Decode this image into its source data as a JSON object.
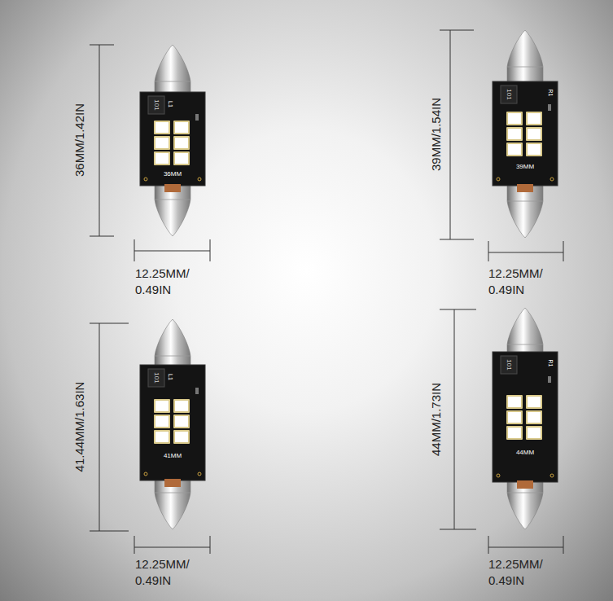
{
  "diagram": {
    "labels": [
      "36MM/1.42IN",
      "101",
      "L1",
      "36MM",
      "12.25MM/ 0.49IN",
      "39MM/1.54IN",
      "101",
      "R1",
      "39MM",
      "12.25MM/ 0.49IN",
      "41.44MM/1.63IN",
      "101",
      "L1",
      "41MM",
      "12.25MM/ 0.49IN",
      "44MM/1.73IN",
      "101",
      "R1",
      "44MM",
      "12.25MM/ 0.49IN"
    ]
  }
}
